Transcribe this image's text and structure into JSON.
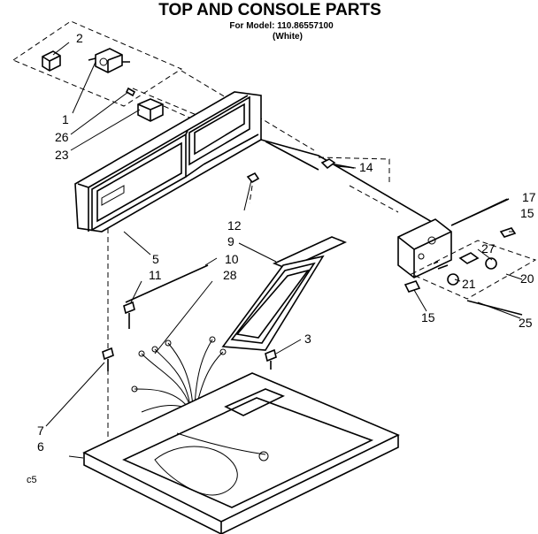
{
  "header": {
    "title": "TOP AND CONSOLE PARTS",
    "model_line": "For Model: 110.86557100",
    "color_line": "(White)"
  },
  "callouts": [
    "2",
    "1",
    "26",
    "23",
    "14",
    "17",
    "15",
    "12",
    "9",
    "10",
    "28",
    "5",
    "11",
    "27",
    "21",
    "20",
    "15",
    "25",
    "3",
    "7",
    "6"
  ],
  "corner_code": "c5",
  "colors": {
    "ink": "#000000",
    "paper": "#ffffff"
  }
}
